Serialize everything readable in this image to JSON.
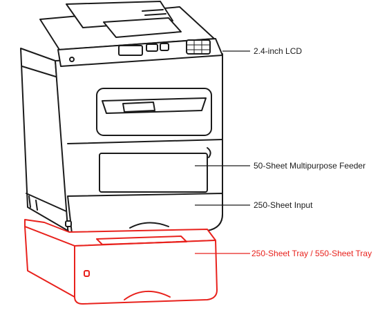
{
  "colors": {
    "outline": "#1a1a1a",
    "accent": "#e8211c",
    "text": "#1a1a1a"
  },
  "callouts": [
    {
      "label": "2.4-inch LCD",
      "color": "#1a1a1a"
    },
    {
      "label": "50-Sheet Multipurpose Feeder",
      "color": "#1a1a1a"
    },
    {
      "label": "250-Sheet Input",
      "color": "#1a1a1a"
    },
    {
      "label": "250-Sheet Tray / 550-Sheet Tray",
      "color": "#e8211c"
    }
  ]
}
